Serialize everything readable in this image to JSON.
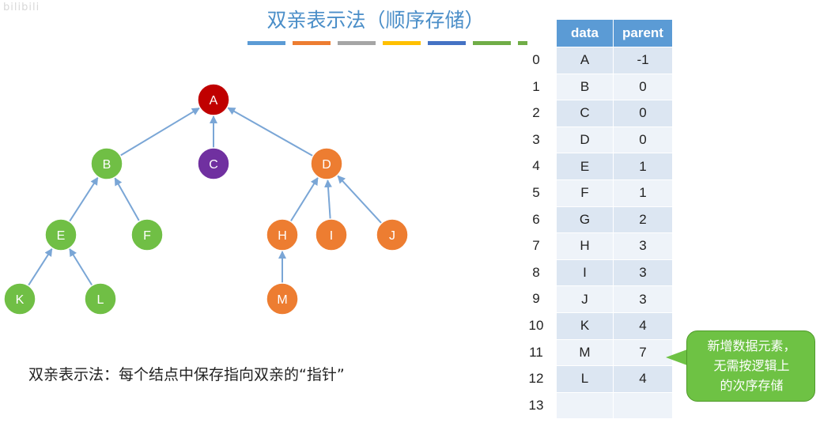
{
  "watermark": "bilibili",
  "slide": {
    "title": "双亲表示法（顺序存储）",
    "caption": "双亲表示法：每个结点中保存指向双亲的“指针”",
    "accent_bar_colors": [
      "#5b9bd5",
      "#ed7d31",
      "#a5a5a5",
      "#ffc000",
      "#4472c4",
      "#70ad47",
      "#70ad47"
    ]
  },
  "tree": {
    "colors": {
      "root": "#c00000",
      "green": "#70bf45",
      "purple": "#7030a0",
      "orange": "#ed7d31",
      "edge": "#7aa6d6"
    },
    "nodes": [
      {
        "id": "A",
        "label": "A",
        "color": "root"
      },
      {
        "id": "B",
        "label": "B",
        "color": "green"
      },
      {
        "id": "C",
        "label": "C",
        "color": "purple"
      },
      {
        "id": "D",
        "label": "D",
        "color": "orange"
      },
      {
        "id": "E",
        "label": "E",
        "color": "green"
      },
      {
        "id": "F",
        "label": "F",
        "color": "green"
      },
      {
        "id": "H",
        "label": "H",
        "color": "orange"
      },
      {
        "id": "I",
        "label": "I",
        "color": "orange"
      },
      {
        "id": "J",
        "label": "J",
        "color": "orange"
      },
      {
        "id": "K",
        "label": "K",
        "color": "green"
      },
      {
        "id": "L",
        "label": "L",
        "color": "green"
      },
      {
        "id": "M",
        "label": "M",
        "color": "orange"
      }
    ],
    "edges": [
      [
        "B",
        "A"
      ],
      [
        "C",
        "A"
      ],
      [
        "D",
        "A"
      ],
      [
        "E",
        "B"
      ],
      [
        "F",
        "B"
      ],
      [
        "H",
        "D"
      ],
      [
        "I",
        "D"
      ],
      [
        "J",
        "D"
      ],
      [
        "K",
        "E"
      ],
      [
        "L",
        "E"
      ],
      [
        "M",
        "H"
      ]
    ]
  },
  "table": {
    "headers": {
      "data": "data",
      "parent": "parent"
    },
    "rows": [
      {
        "index": "0",
        "data": "A",
        "parent": "-1"
      },
      {
        "index": "1",
        "data": "B",
        "parent": "0"
      },
      {
        "index": "2",
        "data": "C",
        "parent": "0"
      },
      {
        "index": "3",
        "data": "D",
        "parent": "0"
      },
      {
        "index": "4",
        "data": "E",
        "parent": "1"
      },
      {
        "index": "5",
        "data": "F",
        "parent": "1"
      },
      {
        "index": "6",
        "data": "G",
        "parent": "2"
      },
      {
        "index": "7",
        "data": "H",
        "parent": "3"
      },
      {
        "index": "8",
        "data": "I",
        "parent": "3"
      },
      {
        "index": "9",
        "data": "J",
        "parent": "3"
      },
      {
        "index": "10",
        "data": "K",
        "parent": "4"
      },
      {
        "index": "11",
        "data": "M",
        "parent": "7"
      },
      {
        "index": "12",
        "data": "L",
        "parent": "4"
      },
      {
        "index": "13",
        "data": "",
        "parent": ""
      }
    ]
  },
  "callout": {
    "lines": [
      "新增数据元素，",
      "无需按逻辑上",
      "的次序存储"
    ],
    "color": "#6ec244"
  }
}
